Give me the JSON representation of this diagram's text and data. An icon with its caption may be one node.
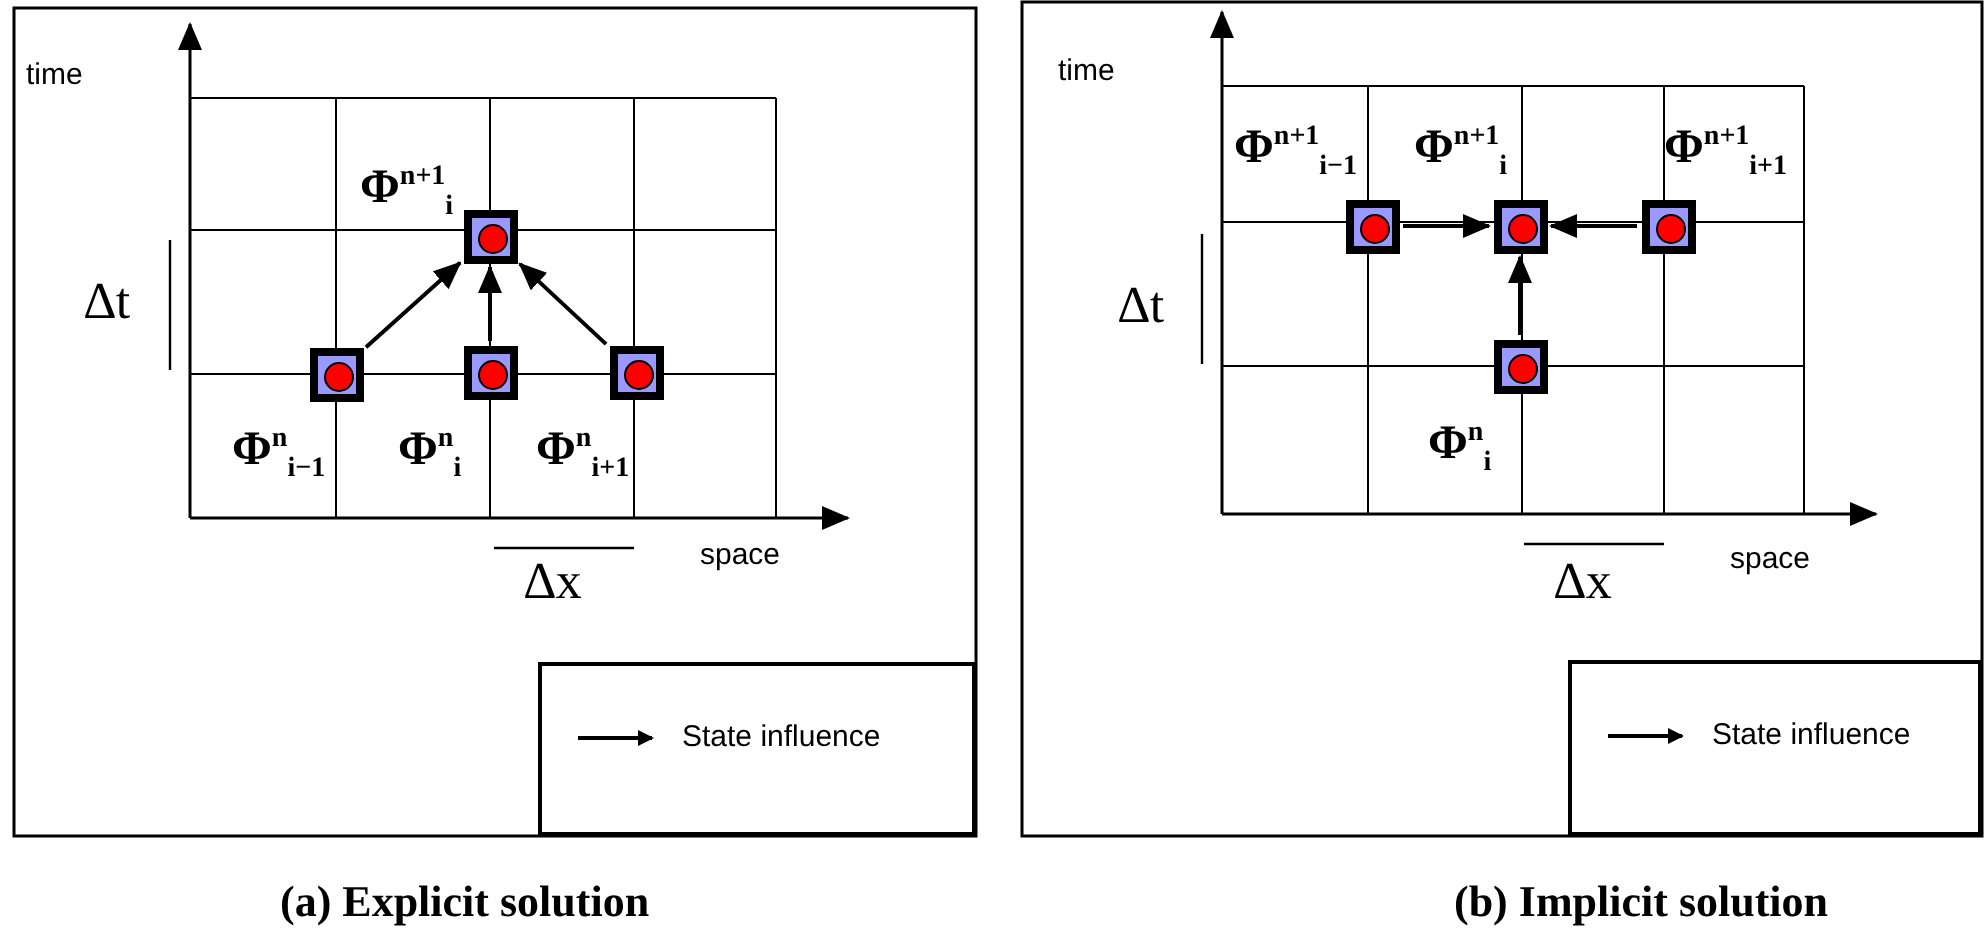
{
  "diagram": {
    "nodes": [
      {
        "text": [],
        "shape": "box",
        "beside": [
          "Φ$^{n+1}$$_{i}$"
        ]
      },
      {
        "text": [],
        "shape": "box",
        "beside": [
          "Φ$^{n}$$_{i−1}$"
        ]
      },
      {
        "text": [],
        "shape": "box",
        "beside": [
          "Φ$^{n}$$_{i}$"
        ]
      },
      {
        "text": [],
        "shape": "box",
        "beside": [
          "Φ$^{n}$$_{i+1}$"
        ]
      },
      {
        "text": [],
        "shape": "box",
        "beside": [
          "Φ$^{n+1}$$_{i−1}$"
        ]
      },
      {
        "text": [],
        "shape": "box",
        "beside": [
          "Φ$^{n+1}$$_{i}$"
        ]
      },
      {
        "text": [],
        "shape": "box",
        "beside": [
          "Φ$^{n+1}$$_{i+1}$"
        ]
      },
      {
        "text": [],
        "shape": "box",
        "beside": [
          "Φ$^{n}$$_{i}$"
        ]
      }
    ],
    "edges": [
      {
        "from": 1,
        "to": 0,
        "arrow": "to"
      },
      {
        "from": 2,
        "to": 0,
        "arrow": "to"
      },
      {
        "from": 3,
        "to": 0,
        "arrow": "to"
      },
      {
        "from": 4,
        "to": 5,
        "arrow": "to"
      },
      {
        "from": 6,
        "to": 5,
        "arrow": "to"
      },
      {
        "from": 7,
        "to": 5,
        "arrow": "to"
      }
    ],
    "labels": [
      "time",
      "∆t",
      "space",
      "∆x",
      "(a) Explicit solution",
      "time",
      "∆t",
      "space",
      "∆x",
      "(b) Implicit solution"
    ],
    "legend": [
      {
        "text": "State influence"
      },
      {
        "text": "State influence"
      }
    ]
  }
}
